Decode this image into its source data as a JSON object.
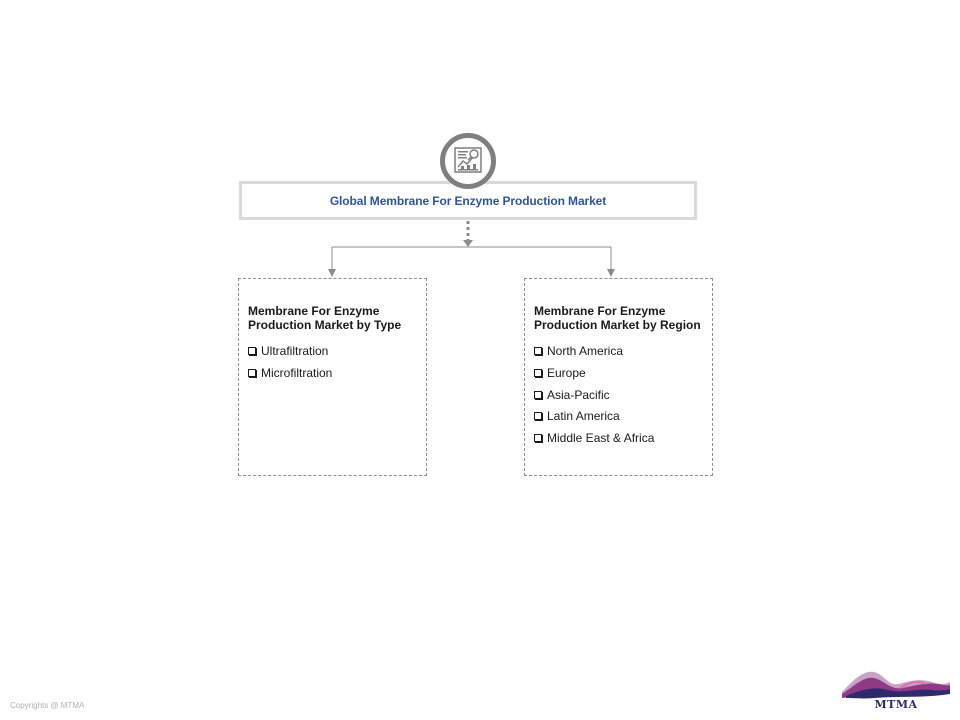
{
  "root": {
    "title": "Global Membrane For Enzyme Production Market",
    "icon": "report-chart-icon"
  },
  "segments": [
    {
      "title": "Membrane For Enzyme\nProduction Market by Type",
      "items": [
        "Ultrafiltration",
        "Microfiltration"
      ]
    },
    {
      "title": "Membrane For Enzyme\nProduction Market by Region",
      "items": [
        "North America",
        "Europe",
        "Asia-Pacific",
        "Latin America",
        "Middle East & Africa"
      ]
    }
  ],
  "footer": {
    "copyright": "Copyrights @ MTMA",
    "logo_text": "MTMA"
  },
  "colors": {
    "title_blue": "#2f5597",
    "connector_gray": "#8c8c8c",
    "icon_gray": "#7f7f7f"
  }
}
